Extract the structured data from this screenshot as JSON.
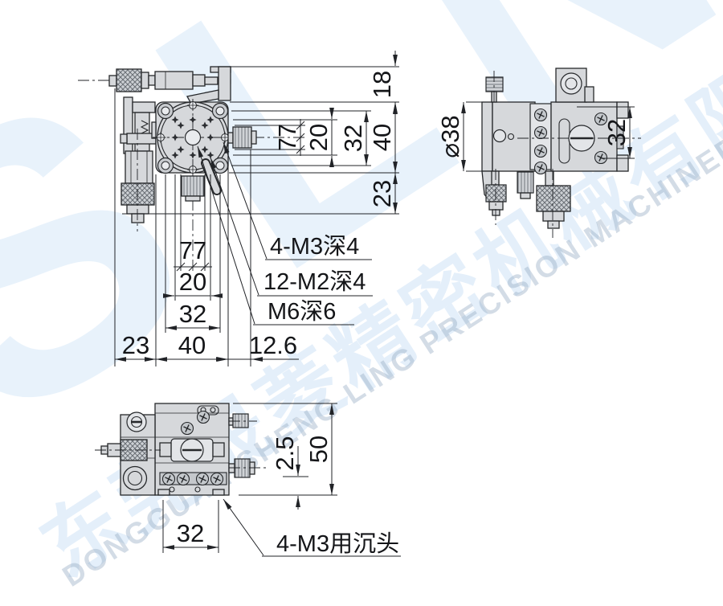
{
  "watermark": {
    "company_cn": "东莞晟菱精密机械有限公司",
    "company_en": "DONGGUAN SHENG LING PRECISION MACHINERY CO., LTD.",
    "logo_letter_1": "S",
    "logo_letter_2": "L",
    "logo_letter_3": "N"
  },
  "front_view": {
    "dim_right_18": "18",
    "dim_right_40": "40",
    "dim_right_32": "32",
    "dim_right_20": "20",
    "dim_right_77": "77",
    "dim_right_23": "23",
    "dim_bottom_77": "77",
    "dim_bottom_20": "20",
    "dim_bottom_32": "32",
    "dim_bottom_23": "23",
    "dim_bottom_40": "40",
    "dim_bottom_12_6": "12.6",
    "callout_corner_holes": "4-M3深4",
    "callout_pattern_holes": "12-M2深4",
    "callout_center_hole": "M6深6"
  },
  "side_view": {
    "dim_diameter": "⌀38",
    "dim_height_32": "32"
  },
  "bottom_view": {
    "dim_offset_2_5": "2.5",
    "dim_height_50": "50",
    "dim_width_32": "32",
    "callout_countersunk": "4-M3用沉头"
  },
  "colors": {
    "line": "#26282b",
    "part_fill": "#d6d8db",
    "watermark_blue": "#d5e8f8"
  }
}
